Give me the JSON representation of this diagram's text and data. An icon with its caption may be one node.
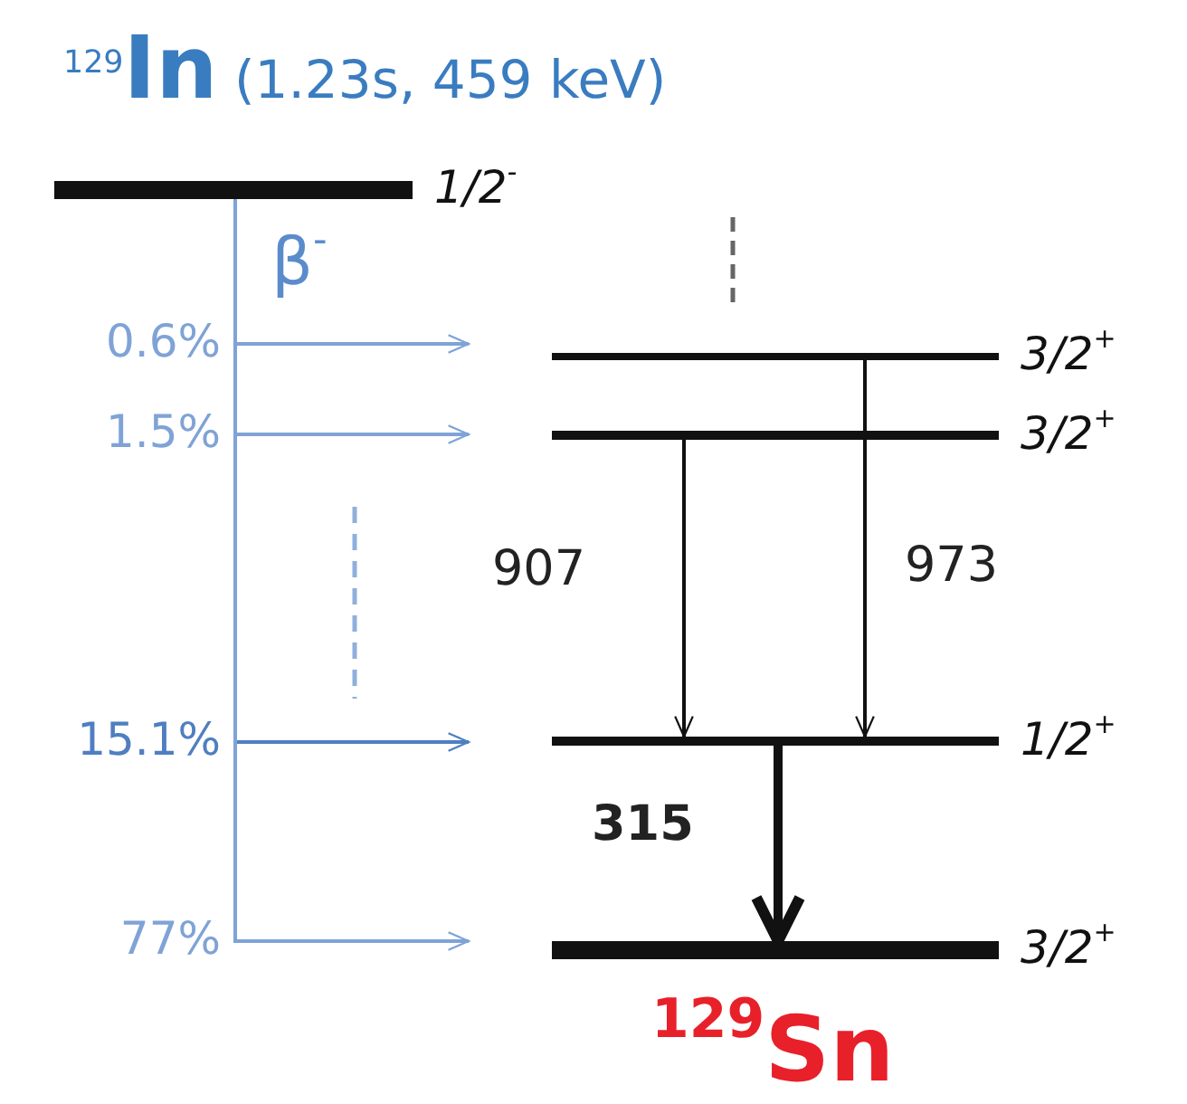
{
  "diagram": {
    "title": "$^{129}$**In** (1.23s, 459 keV)",
    "nodes": [
      {
        "text": [],
        "shape": "bar",
        "beside": [
          "1/2$^{-}$"
        ]
      },
      {
        "text": [],
        "shape": "bar",
        "beside": [
          "3/2$^{+}$"
        ]
      },
      {
        "text": [],
        "shape": "bar",
        "beside": [
          "3/2$^{+}$"
        ]
      },
      {
        "text": [],
        "shape": "bar",
        "beside": [
          "1/2$^{+}$"
        ]
      },
      {
        "text": [],
        "shape": "bar",
        "beside": [
          "3/2$^{+}$"
        ]
      }
    ],
    "edges": [
      {
        "from": 0,
        "to": 1,
        "arrow": "to",
        "label": "0.6%"
      },
      {
        "from": 0,
        "to": 2,
        "arrow": "to",
        "label": "1.5%"
      },
      {
        "from": 0,
        "to": 3,
        "arrow": "to",
        "label": "15.1%",
        "color": "#4f7fc0"
      },
      {
        "from": 0,
        "to": 4,
        "arrow": "to",
        "label": "77%"
      },
      {
        "from": 2,
        "to": 3,
        "arrow": "to",
        "label": "907",
        "color": "#111111"
      },
      {
        "from": 1,
        "to": 3,
        "arrow": "to",
        "label": "973",
        "color": "#111111"
      },
      {
        "from": 3,
        "to": 4,
        "arrow": "to",
        "label": "315",
        "style": "thick",
        "color": "#111111"
      }
    ],
    "labels": [
      "β$^{-}$",
      "$^{129}$Sn"
    ]
  }
}
